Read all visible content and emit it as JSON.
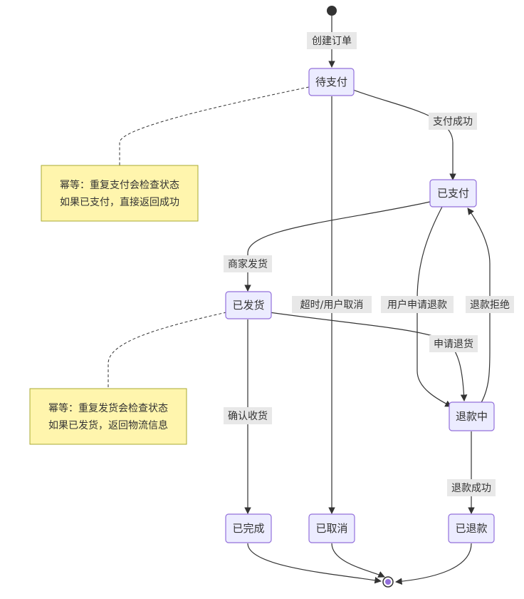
{
  "states": {
    "pending_payment": "待支付",
    "paid": "已支付",
    "shipped": "已发货",
    "refunding": "退款中",
    "completed": "已完成",
    "cancelled": "已取消",
    "refunded": "已退款"
  },
  "transitions": {
    "create_order": "创建订单",
    "pay_success": "支付成功",
    "merchant_ship": "商家发货",
    "timeout_cancel": "超时/用户取消",
    "user_refund_request": "用户申请退款",
    "refund_rejected": "退款拒绝",
    "request_return": "申请退货",
    "confirm_receipt": "确认收货",
    "refund_success": "退款成功"
  },
  "notes": {
    "payment_note": {
      "line1": "幂等：重复支付会检查状态",
      "line2": "如果已支付，直接返回成功"
    },
    "shipping_note": {
      "line1": "幂等：重复发货会检查状态",
      "line2": "如果已发货，返回物流信息"
    }
  },
  "colors": {
    "state_fill": "#ECECFF",
    "state_stroke": "#9370DB",
    "note_fill": "#FFF5AD",
    "note_stroke": "#AAAA33",
    "edge": "#333333",
    "label_bg": "#E8E8E8"
  }
}
